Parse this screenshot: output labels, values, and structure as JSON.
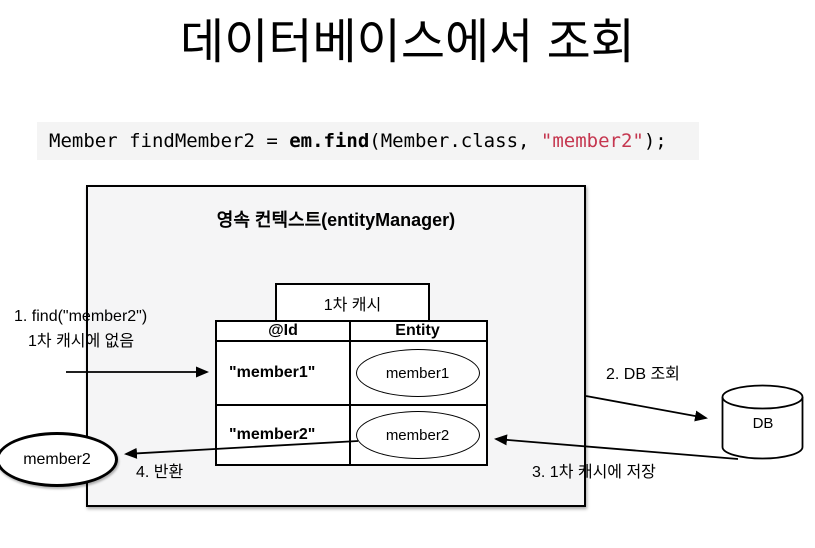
{
  "title": "데이터베이스에서 조회",
  "code": {
    "part1": "Member findMember2 = ",
    "part2_bold": "em.find",
    "part3": "(Member.class, ",
    "part4_string": "\"member2\"",
    "part5": ");"
  },
  "colors": {
    "string_red": "#c5364f",
    "box_fill": "#f5f5f6",
    "code_bg": "#f4f4f4"
  },
  "diagram": {
    "context_label": "영속 컨텍스트(entityManager)",
    "cache_label": "1차 캐시",
    "table": {
      "headers": [
        "@Id",
        "Entity"
      ],
      "rows": [
        {
          "id": "\"member1\"",
          "entity": "member1"
        },
        {
          "id": "\"member2\"",
          "entity": "member2"
        }
      ]
    },
    "steps": {
      "step1_line1": "1. find(\"member2\")",
      "step1_line2": "1차 캐시에 없음",
      "step2": "2. DB 조회",
      "step3": "3. 1차 캐시에 저장",
      "step4": "4. 반환"
    },
    "result_entity": "member2",
    "db_label": "DB"
  }
}
